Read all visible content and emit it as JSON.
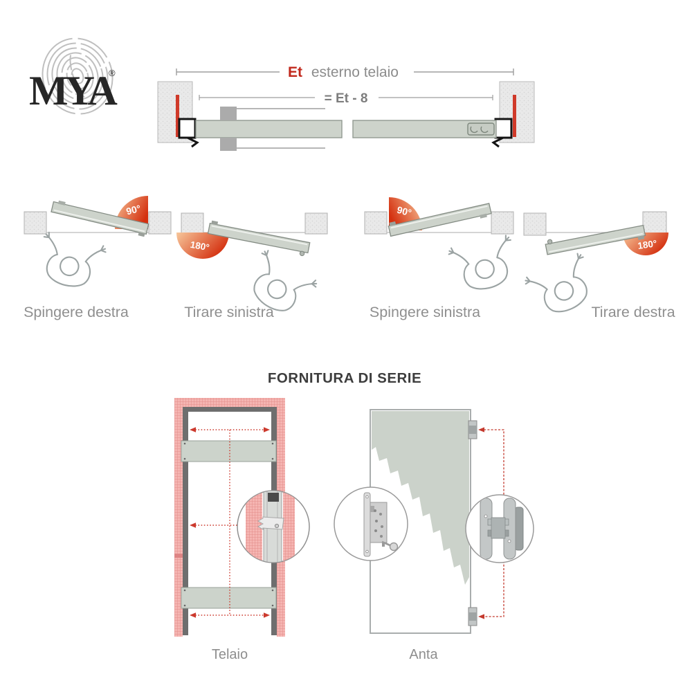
{
  "logo": {
    "brand": "MYA",
    "registered": "®"
  },
  "frame_section_diagram": {
    "outer_dim_prefix": "Et",
    "outer_dim_label": "esterno telaio",
    "inner_dim_label": "= Et - 8"
  },
  "swing_diagrams": [
    {
      "label": "Spingere destra",
      "angle": "90°"
    },
    {
      "label": "Tirare sinistra",
      "angle": "180°"
    },
    {
      "label": "Spingere sinistra",
      "angle": "90°"
    },
    {
      "label": "Tirare destra",
      "angle": "180°"
    }
  ],
  "supply_section": {
    "title": "FORNITURA DI SERIE",
    "items": [
      {
        "label": "Telaio"
      },
      {
        "label": "Anta"
      }
    ]
  },
  "colors": {
    "accent_red": "#c1281c",
    "dim_line_gray": "#9a9a9a",
    "panel_green": "#cdd3cb",
    "wall_gray": "#e9e9e9",
    "masonry_pink": "#f5b5b2",
    "frame_dark_gray": "#6e6e6e",
    "label_gray": "#8e8e8e",
    "heading_dark": "#3d3d3d",
    "arc_gradient_start": "#f7c79b",
    "arc_gradient_end": "#d4300f"
  }
}
